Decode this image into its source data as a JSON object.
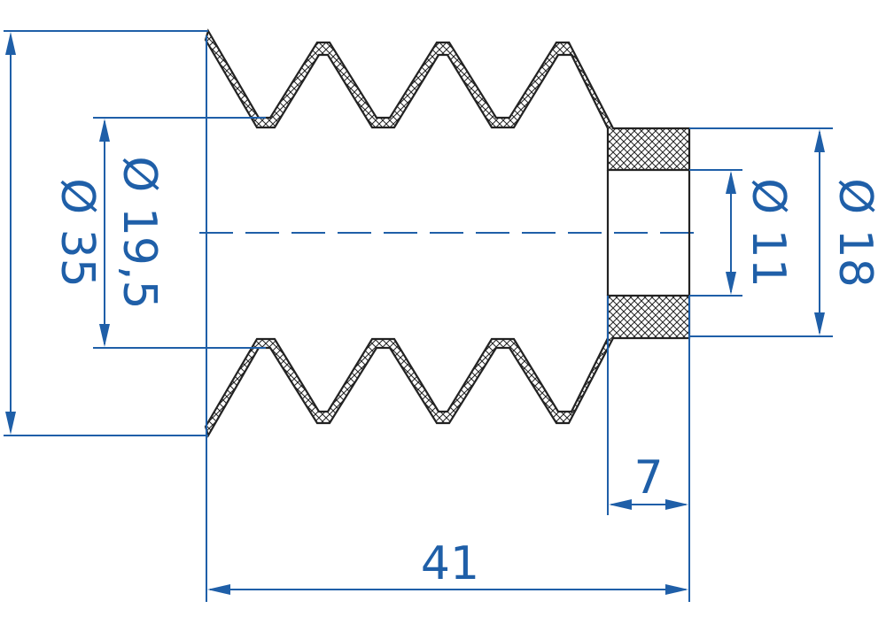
{
  "dimensions": {
    "outer_diameter": "Ø 35",
    "inner_diameter": "Ø 19,5",
    "bore_diameter": "Ø 11",
    "collar_diameter": "Ø 18",
    "collar_length": "7",
    "total_length": "41"
  },
  "colors": {
    "dimension": "#1f5fa8",
    "outline": "#222222",
    "background": "#ffffff"
  }
}
